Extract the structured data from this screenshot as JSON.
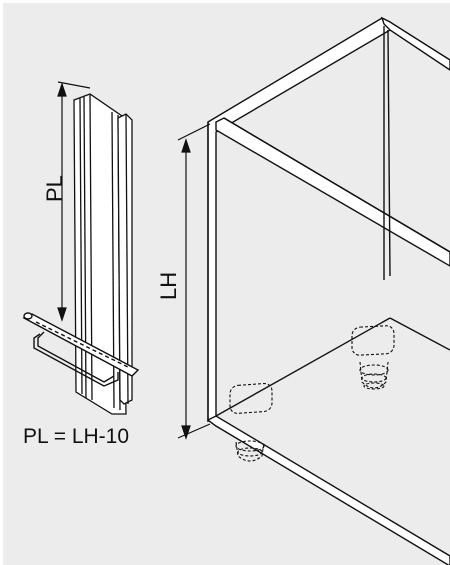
{
  "labels": {
    "pl": "PL",
    "lh": "LH",
    "formula": "PL = LH-10"
  },
  "colors": {
    "background": "#ececed",
    "cabinet_fill": "#ffffff",
    "line": "#111111"
  }
}
